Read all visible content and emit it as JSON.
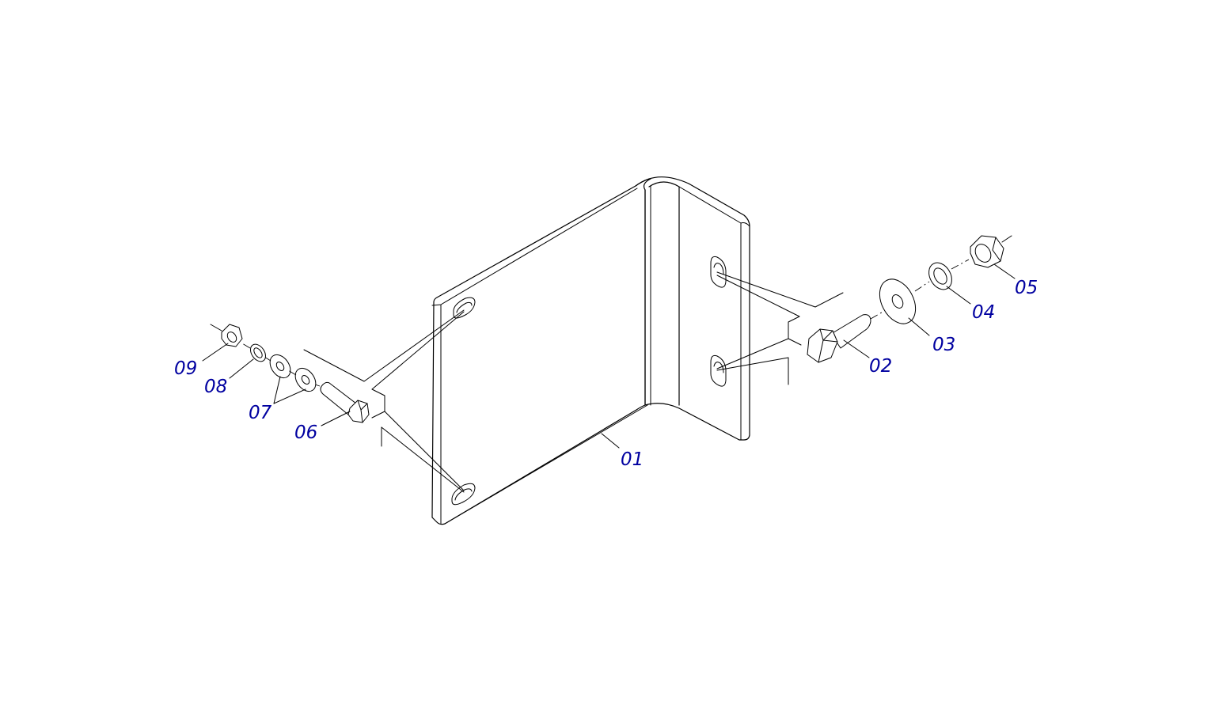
{
  "diagram": {
    "label_color": "#0000a0",
    "line_color": "#000000",
    "background": "#ffffff",
    "part_labels": {
      "p01": "01",
      "p02": "02",
      "p03": "03",
      "p04": "04",
      "p05": "05",
      "p06": "06",
      "p07": "07",
      "p08": "08",
      "p09": "09"
    }
  }
}
